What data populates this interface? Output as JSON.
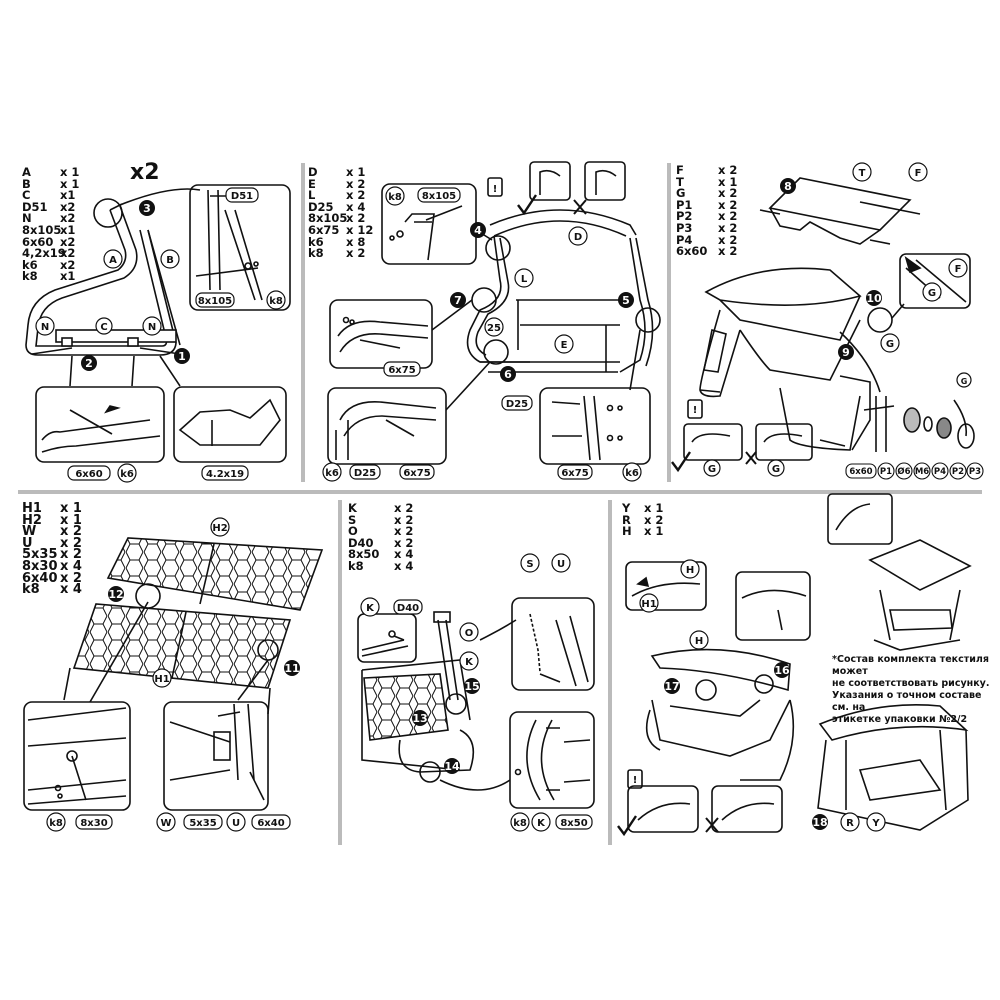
{
  "panels": {
    "p1": {
      "parts": [
        [
          "A",
          "x 1"
        ],
        [
          "B",
          "x 1"
        ],
        [
          "C",
          "x1"
        ],
        [
          "D51",
          "x2"
        ],
        [
          "N",
          "x2"
        ],
        [
          "8x105",
          "x1"
        ],
        [
          "6x60",
          "x2"
        ],
        [
          "4,2x19",
          "x2"
        ],
        [
          "k6",
          "x2"
        ],
        [
          "k8",
          "x1"
        ]
      ],
      "multiplier": "x2",
      "steps": [
        "1",
        "2",
        "3"
      ],
      "labels": {
        "A": "A",
        "B": "B",
        "C": "C",
        "N": "N",
        "D51": "D51",
        "s8x105": "8x105",
        "k8": "k8",
        "s6x60": "6x60",
        "k6": "k6",
        "s42x19": "4.2x19"
      }
    },
    "p2": {
      "parts": [
        [
          "D",
          "x 1"
        ],
        [
          "E",
          "x 2"
        ],
        [
          "L",
          "x 2"
        ],
        [
          "D25",
          "x 4"
        ],
        [
          "8x105",
          "x 2"
        ],
        [
          "6x75",
          "x 12"
        ],
        [
          "k6",
          "x 8"
        ],
        [
          "k8",
          "x 2"
        ]
      ],
      "steps": [
        "4",
        "5",
        "6",
        "7"
      ],
      "labels": {
        "D": "D",
        "E": "E",
        "L": "L",
        "n25": "25",
        "D25": "D25",
        "k8": "k8",
        "s8x105": "8x105",
        "s6x75": "6x75",
        "k6": "k6",
        "warn": "!"
      }
    },
    "p3": {
      "parts": [
        [
          "F",
          "x 2"
        ],
        [
          "T",
          "x 1"
        ],
        [
          "G",
          "x 2"
        ],
        [
          "P1",
          "x 2"
        ],
        [
          "P2",
          "x 2"
        ],
        [
          "P3",
          "x 2"
        ],
        [
          "P4",
          "x 2"
        ],
        [
          "6x60",
          "x 2"
        ]
      ],
      "steps": [
        "8",
        "9",
        "10"
      ],
      "labels": {
        "T": "T",
        "F": "F",
        "G": "G",
        "warn": "!"
      },
      "hw": [
        "6x60",
        "P1",
        "Ø6",
        "M6",
        "P4",
        "P2",
        "P3"
      ]
    },
    "p4": {
      "parts": [
        [
          "H1",
          "x 1"
        ],
        [
          "H2",
          "x 1"
        ],
        [
          "W",
          "x 2"
        ],
        [
          "U",
          "x 2"
        ],
        [
          "5x35",
          "x 2"
        ],
        [
          "8x30",
          "x 4"
        ],
        [
          "6x40",
          "x 2"
        ],
        [
          "k8",
          "x 4"
        ]
      ],
      "steps": [
        "11",
        "12"
      ],
      "labels": {
        "H1": "H1",
        "H2": "H2",
        "k8": "k8",
        "s8x30": "8x30",
        "W": "W",
        "s5x35": "5x35",
        "U": "U",
        "s6x40": "6x40"
      }
    },
    "p5": {
      "parts": [
        [
          "K",
          "x 2"
        ],
        [
          "S",
          "x 2"
        ],
        [
          "O",
          "x 2"
        ],
        [
          "D40",
          "x 2"
        ],
        [
          "8x50",
          "x 4"
        ],
        [
          "k8",
          "x 4"
        ]
      ],
      "steps": [
        "13",
        "14",
        "15"
      ],
      "labels": {
        "K": "K",
        "D40": "D40",
        "O": "O",
        "S": "S",
        "U": "U",
        "k8": "k8",
        "s8x50": "8x50"
      }
    },
    "p6": {
      "parts": [
        [
          "Y",
          "x 1"
        ],
        [
          "R",
          "x 2"
        ],
        [
          "H",
          "x 1"
        ]
      ],
      "steps": [
        "16",
        "17",
        "18"
      ],
      "labels": {
        "H": "H",
        "H1": "H1",
        "R": "R",
        "Y": "Y",
        "warn": "!"
      },
      "note": [
        "*Состав комплекта текстиля может",
        "не соответствовать рисунку.",
        "Указания о точном составе см. на",
        "этикетке упаковки №2/2"
      ]
    }
  }
}
